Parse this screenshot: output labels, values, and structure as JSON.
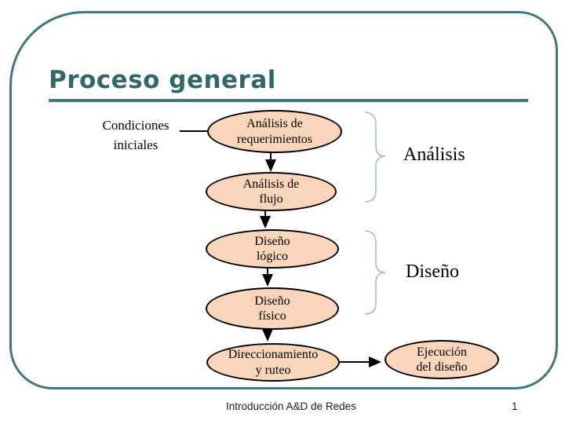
{
  "slide": {
    "title": "Proceso general",
    "footer": {
      "text": "Introducción A&D de Redes",
      "page_number": "1"
    }
  },
  "diagram": {
    "side_label": "Condiciones\niniciales",
    "nodes": [
      {
        "id": "analisis-requerimientos",
        "label": "Análisis de\nrequerimientos"
      },
      {
        "id": "analisis-flujo",
        "label": "Análisis de\nflujo"
      },
      {
        "id": "diseno-logico",
        "label": "Diseño\nlógico"
      },
      {
        "id": "diseno-fisico",
        "label": "Diseño\nfísico"
      },
      {
        "id": "direccionamiento-ruteo",
        "label": "Direccionamiento\ny ruteo"
      },
      {
        "id": "ejecucion-diseno",
        "label": "Ejecución\ndel diseño"
      }
    ],
    "groups": [
      {
        "label": "Análisis"
      },
      {
        "label": "Diseño"
      }
    ]
  },
  "colors": {
    "accent_teal": "#427878",
    "title_text": "#336767",
    "node_fill": "#f9d6bb",
    "node_border": "#000000",
    "brace": "#a2bdc0",
    "connector": "#000000"
  }
}
